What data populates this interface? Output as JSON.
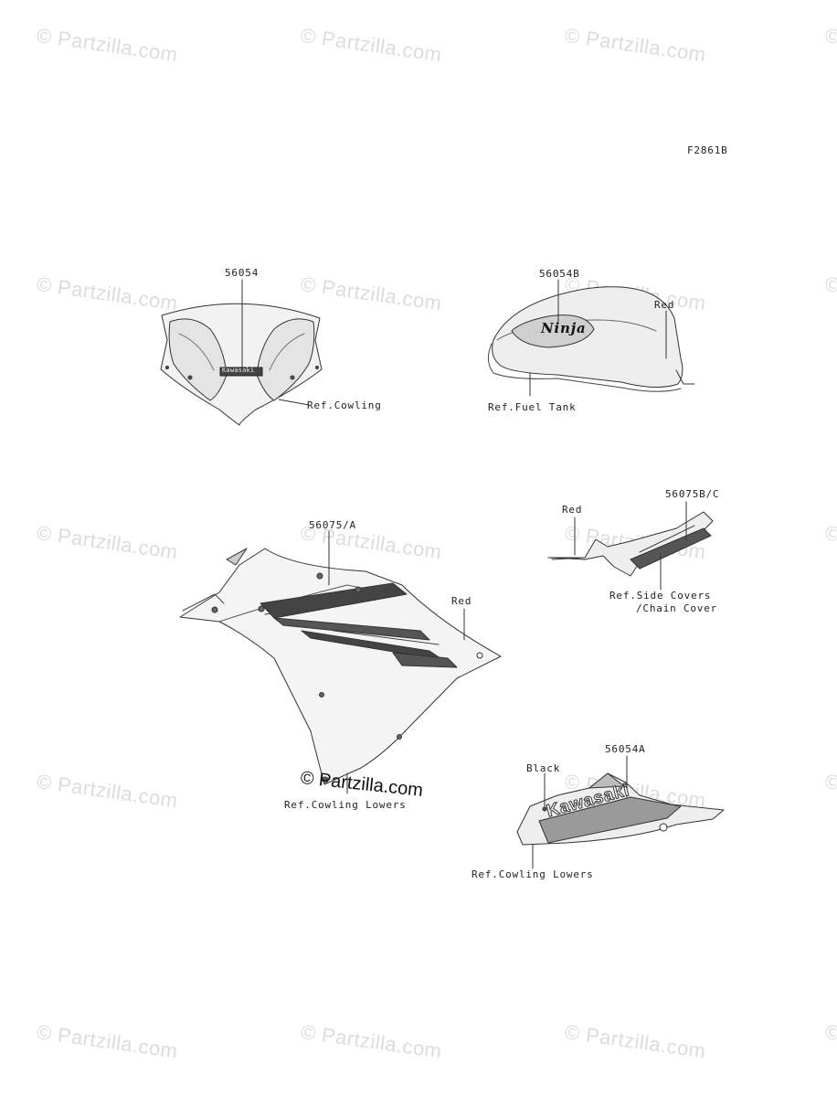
{
  "watermark": {
    "text": "© Partzilla.com",
    "color": "#dcdcdc"
  },
  "figure_code": "F2861B",
  "panels": {
    "windscreen": {
      "part_number": "56054",
      "decal_text": "Kawasaki",
      "ref": "Ref.Cowling"
    },
    "fuel_tank": {
      "part_number": "56054B",
      "decal_text": "Ninja",
      "color_note": "Red",
      "ref": "Ref.Fuel Tank"
    },
    "side_cowl": {
      "part_number": "56075/A",
      "color_note": "Red",
      "ref": "Ref.Cowling Lowers"
    },
    "side_cover": {
      "part_number": "56075B/C",
      "color_note": "Red",
      "ref_line1": "Ref.Side Covers",
      "ref_line2": "/Chain Cover"
    },
    "lower_cowl": {
      "part_number": "56054A",
      "color_note": "Black",
      "decal_text": "Kawasaki",
      "ref": "Ref.Cowling Lowers"
    }
  },
  "overlay_stamp": "© Partzilla.com"
}
